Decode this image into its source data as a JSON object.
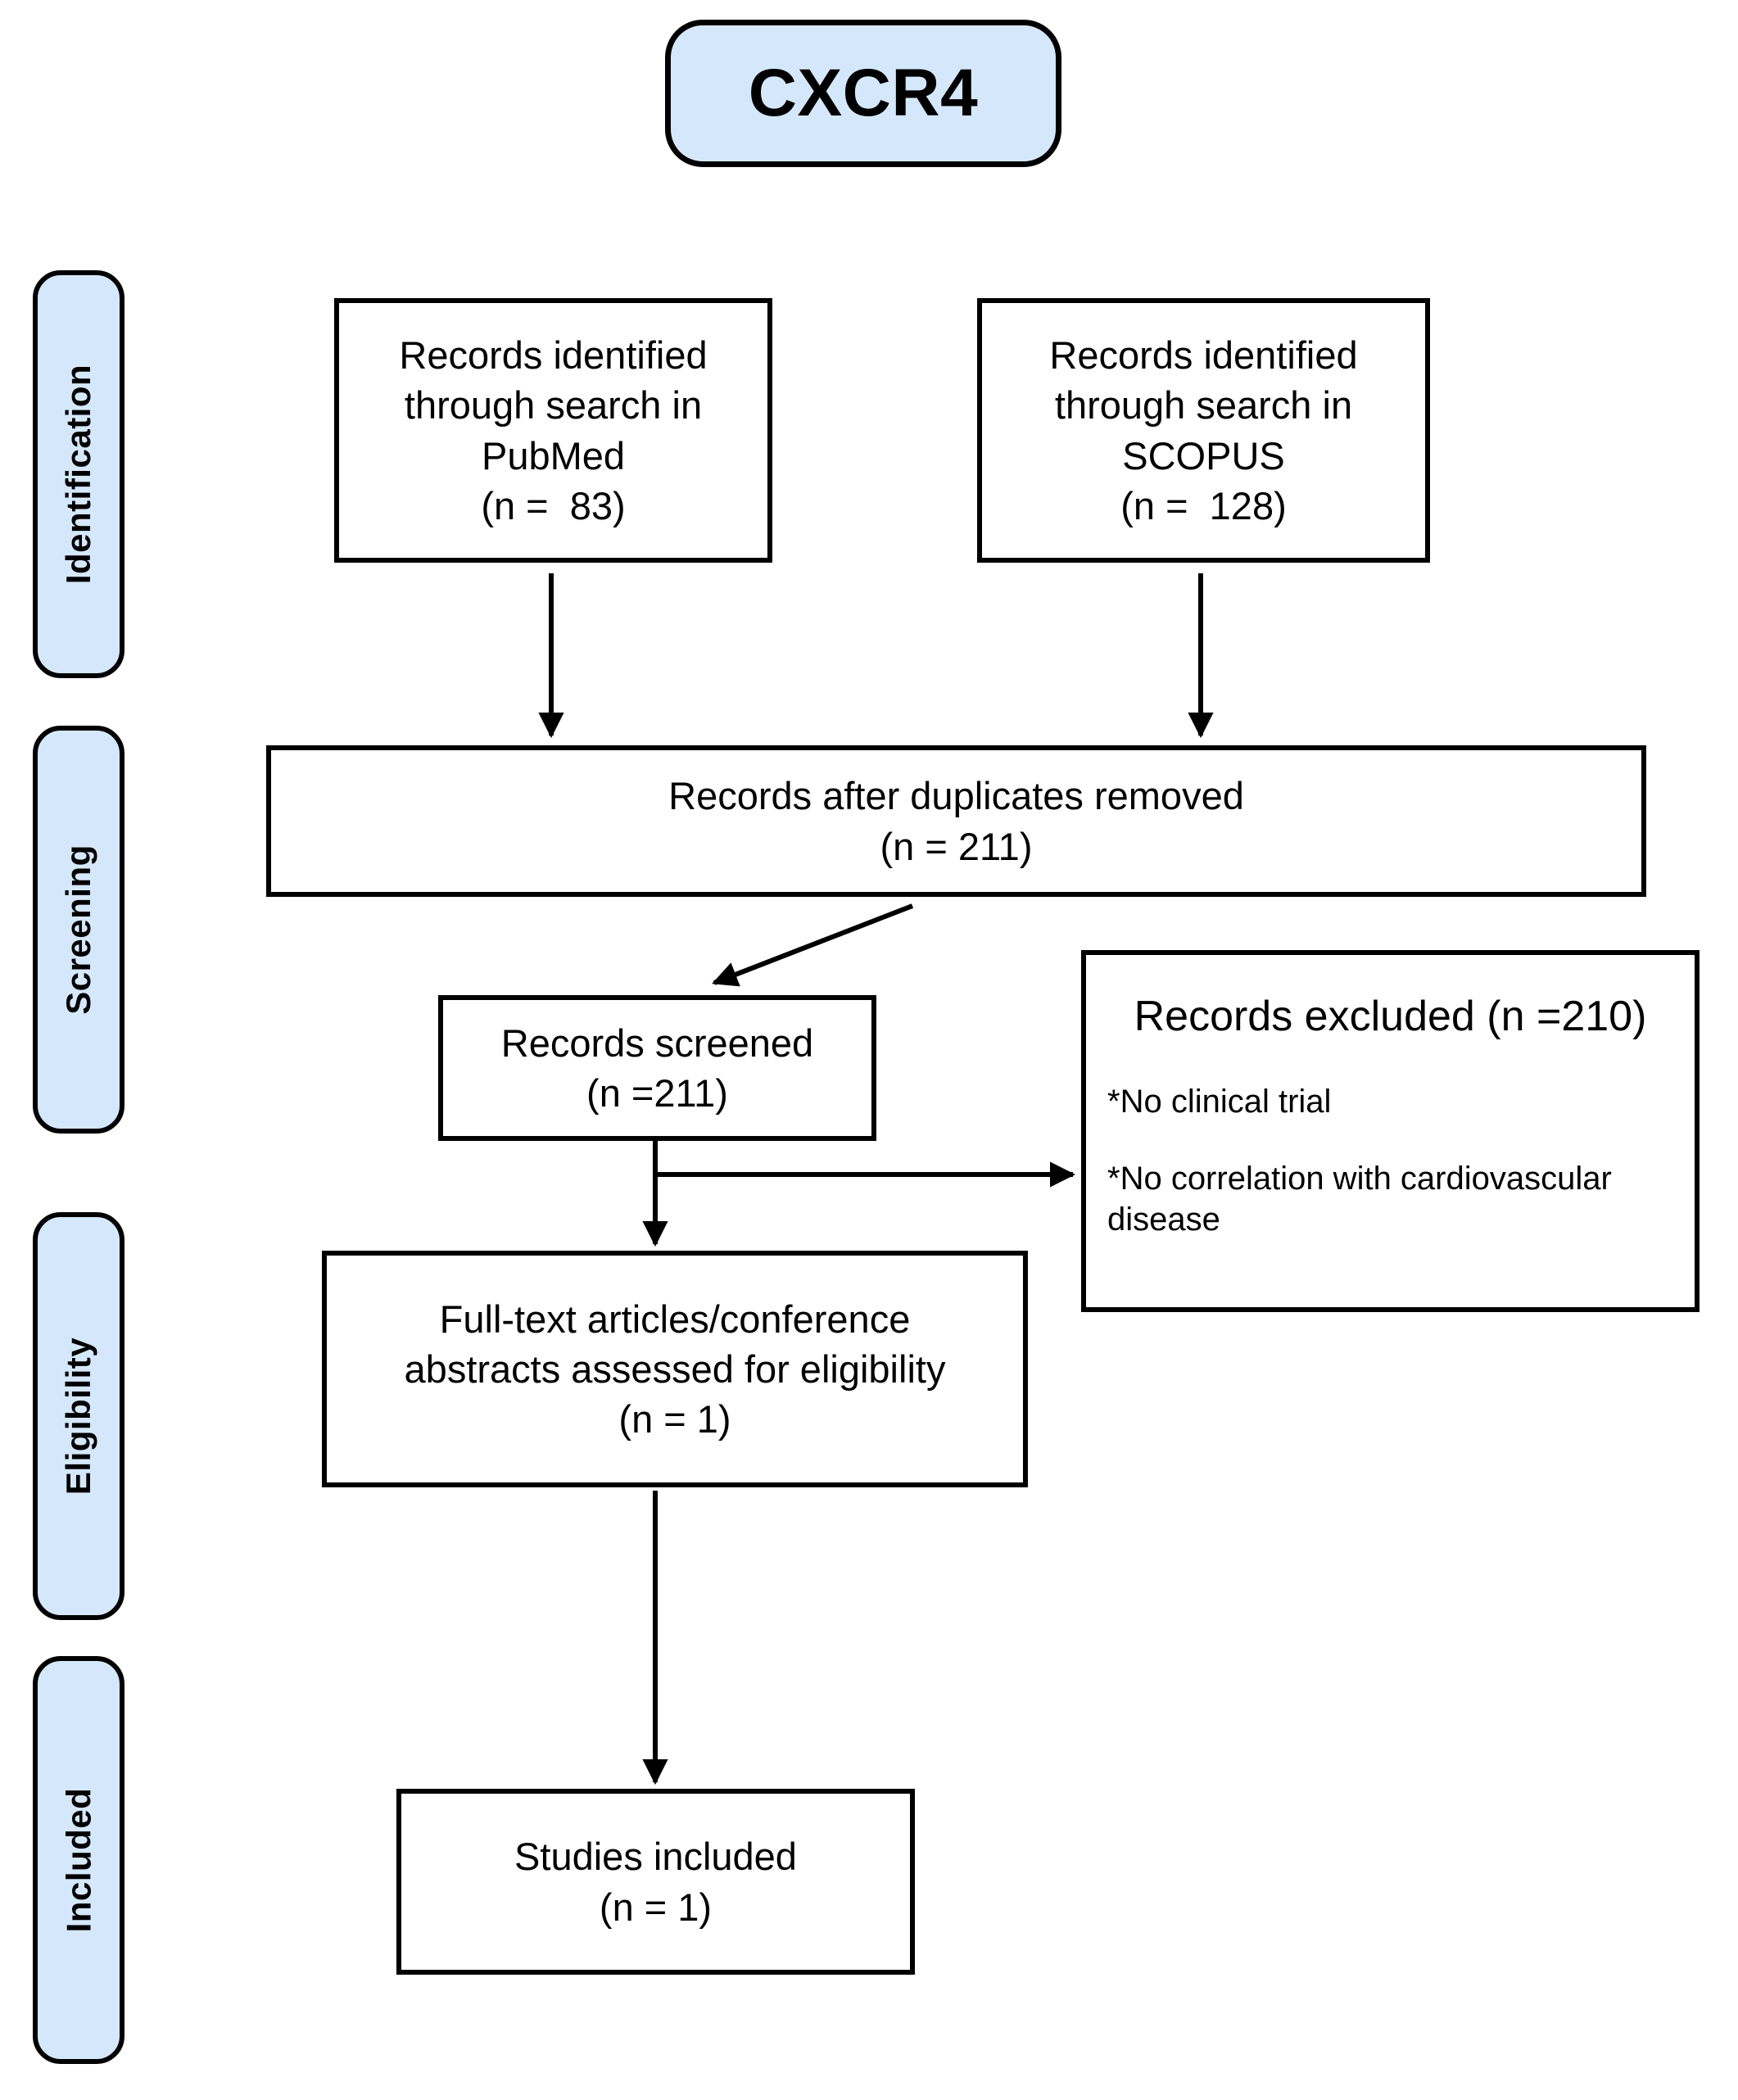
{
  "title": {
    "label": "CXCR4"
  },
  "stages": [
    {
      "key": "identification",
      "label": "Identification"
    },
    {
      "key": "screening",
      "label": "Screening"
    },
    {
      "key": "eligibility",
      "label": "Eligibility"
    },
    {
      "key": "included",
      "label": "Included"
    }
  ],
  "boxes": {
    "pubmed": {
      "line1": "Records identified",
      "line2": "through search in",
      "line3": "PubMed",
      "line4": "(n =  83)",
      "count": 83,
      "source": "PubMed"
    },
    "scopus": {
      "line1": "Records identified",
      "line2": "through search in",
      "line3": "SCOPUS",
      "line4": "(n =  128)",
      "count": 128,
      "source": "SCOPUS"
    },
    "duplicates_removed": {
      "line1": "Records after duplicates removed",
      "line2": "(n = 211)",
      "count": 211
    },
    "records_screened": {
      "line1": "Records screened",
      "line2": "(n =211)",
      "count": 211
    },
    "records_excluded": {
      "title": "Records excluded (n =210)",
      "count": 210,
      "bullet1": "*No clinical trial",
      "bullet2": "*No correlation with cardiovascular disease"
    },
    "full_text_assessed": {
      "line1": "Full-text articles/conference",
      "line2": "abstracts assessed for eligibility",
      "line3": "(n = 1)",
      "count": 1
    },
    "studies_included": {
      "line1": "Studies included",
      "line2": "(n = 1)",
      "count": 1
    }
  },
  "colors": {
    "pill_fill": "#d5e8fb",
    "stroke": "#000000",
    "background": "#ffffff"
  },
  "chart_data": {
    "type": "diagram",
    "title": "CXCR4",
    "diagram_kind": "PRISMA flow diagram",
    "stages": [
      "Identification",
      "Screening",
      "Eligibility",
      "Included"
    ],
    "nodes": [
      {
        "id": "pubmed",
        "stage": "Identification",
        "label": "Records identified through search in PubMed",
        "n": 83
      },
      {
        "id": "scopus",
        "stage": "Identification",
        "label": "Records identified through search in SCOPUS",
        "n": 128
      },
      {
        "id": "dupes",
        "stage": "Screening",
        "label": "Records after duplicates removed",
        "n": 211
      },
      {
        "id": "screened",
        "stage": "Screening",
        "label": "Records screened",
        "n": 211
      },
      {
        "id": "excluded",
        "stage": "Screening",
        "label": "Records excluded",
        "n": 210,
        "reasons": [
          "*No clinical trial",
          "*No correlation with cardiovascular disease"
        ]
      },
      {
        "id": "fulltext",
        "stage": "Eligibility",
        "label": "Full-text articles/conference abstracts assessed for eligibility",
        "n": 1
      },
      {
        "id": "included",
        "stage": "Included",
        "label": "Studies included",
        "n": 1
      }
    ],
    "edges": [
      {
        "from": "pubmed",
        "to": "dupes"
      },
      {
        "from": "scopus",
        "to": "dupes"
      },
      {
        "from": "dupes",
        "to": "screened"
      },
      {
        "from": "screened",
        "to": "excluded"
      },
      {
        "from": "screened",
        "to": "fulltext"
      },
      {
        "from": "fulltext",
        "to": "included"
      }
    ]
  }
}
